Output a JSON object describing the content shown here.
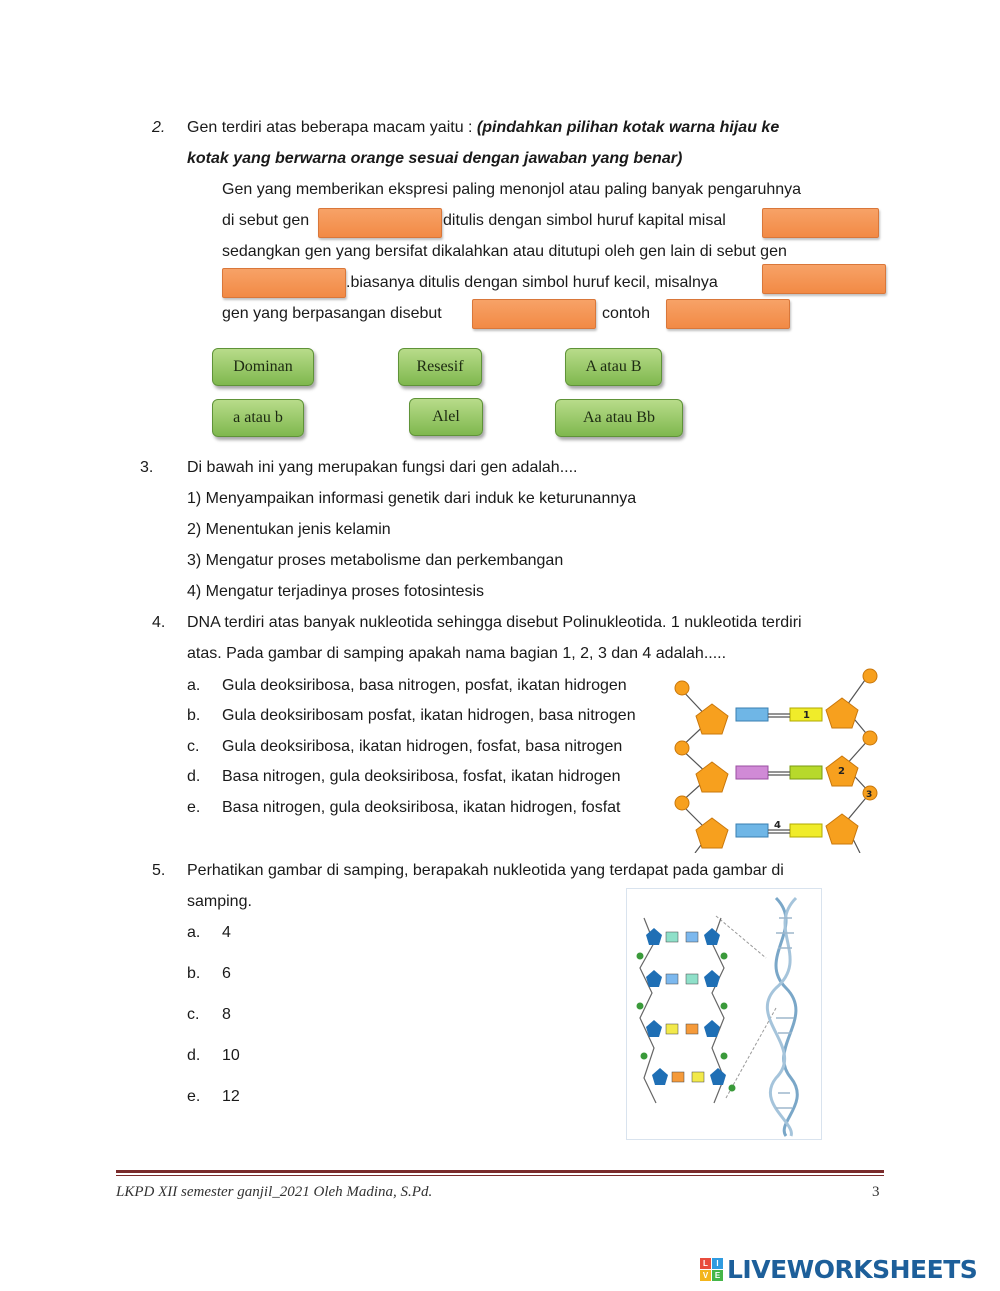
{
  "q2": {
    "number": "2.",
    "line1_plain": "Gen terdiri atas beberapa macam yaitu : ",
    "line1_bold": "(pindahkan pilihan kotak warna hijau ke",
    "line2_bold": "kotak yang berwarna orange sesuai dengan jawaban yang benar)",
    "p1": "Gen yang memberikan ekspresi paling menonjol atau paling banyak pengaruhnya",
    "p2a": "di sebut gen",
    "p2b": "ditulis dengan simbol huruf kapital misal",
    "p3": "sedangkan gen yang bersifat dikalahkan atau ditutupi oleh gen lain di sebut gen",
    "p4": ".biasanya ditulis dengan simbol huruf kecil, misalnya",
    "p5a": "gen yang berpasangan disebut",
    "p5b": "contoh",
    "options": [
      "Dominan",
      "Resesif",
      "A atau B",
      "a atau b",
      "Alel",
      "Aa atau Bb"
    ]
  },
  "q3": {
    "number": "3.",
    "question": "Di bawah ini yang merupakan fungsi dari gen adalah....",
    "items": [
      "1) Menyampaikan informasi genetik dari induk ke keturunannya",
      "2) Menentukan jenis kelamin",
      "3) Mengatur proses metabolisme dan perkembangan",
      "4) Mengatur terjadinya proses fotosintesis"
    ]
  },
  "q4": {
    "number": "4.",
    "line1": "DNA terdiri atas banyak nukleotida sehingga disebut Polinukleotida. 1 nukleotida terdiri",
    "line2": "atas. Pada gambar di samping apakah nama bagian 1, 2, 3 dan 4 adalah.....",
    "letters": [
      "a.",
      "b.",
      "c.",
      "d.",
      "e."
    ],
    "options": [
      "Gula deoksiribosa, basa nitrogen, posfat, ikatan hidrogen",
      "Gula deoksiribosam posfat, ikatan hidrogen, basa nitrogen",
      "Gula deoksiribosa, ikatan hidrogen, fosfat, basa nitrogen",
      "Basa nitrogen, gula deoksiribosa, fosfat, ikatan hidrogen",
      "Basa nitrogen, gula deoksiribosa, ikatan hidrogen, fosfat"
    ],
    "figure_labels": [
      "1",
      "2",
      "3",
      "4"
    ]
  },
  "q5": {
    "number": "5.",
    "line1": "Perhatikan gambar di samping, berapakah nukleotida yang terdapat pada gambar di",
    "line2": "samping.",
    "letters": [
      "a.",
      "b.",
      "c.",
      "d.",
      "e."
    ],
    "options": [
      "4",
      "6",
      "8",
      "10",
      "12"
    ]
  },
  "footer": {
    "left": "LKPD XII semester ganjil_2021  Oleh Madina, S.Pd.",
    "page": "3"
  },
  "brand": {
    "name": "LIVEWORKSHEETS",
    "logo_letters": [
      "L",
      "I",
      "V",
      "E"
    ]
  },
  "colors": {
    "blank_orange": "#f28a45",
    "chip_green": "#7fb84e",
    "pentagon_orange": "#f7a01e",
    "brand_blue": "#1d5f9a",
    "footer_rule": "#7a2b2b"
  }
}
